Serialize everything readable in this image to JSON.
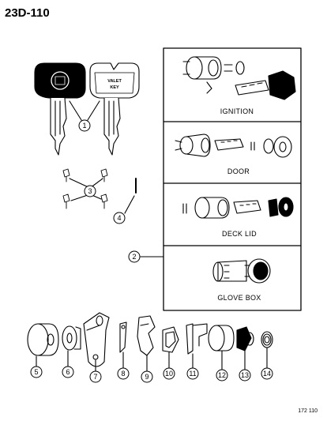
{
  "header": {
    "code": "23D-110"
  },
  "panels": [
    {
      "id": "ignition",
      "label": "IGNITION"
    },
    {
      "id": "door",
      "label": "DOOR"
    },
    {
      "id": "deck_lid",
      "label": "DECK LID"
    },
    {
      "id": "glove_box",
      "label": "GLOVE BOX"
    }
  ],
  "key_text": {
    "line1": "VALET",
    "line2": "KEY"
  },
  "callouts": [
    "1",
    "2",
    "3",
    "4",
    "5",
    "6",
    "7",
    "8",
    "9",
    "10",
    "11",
    "12",
    "13",
    "14"
  ],
  "footer": {
    "ref": "172 110"
  }
}
